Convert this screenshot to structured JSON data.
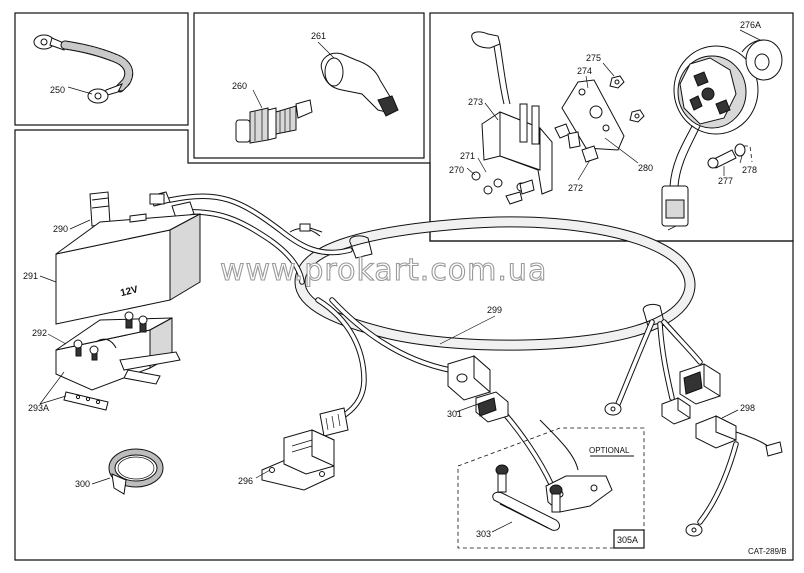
{
  "diagram": {
    "drawing_code": "CAT-289/B",
    "watermark": "www.prokart.com.ua",
    "optional_note": "OPTIONAL",
    "battery_marking": "12V",
    "parts": {
      "p250": "250",
      "p260": "260",
      "p261": "261",
      "p270": "270",
      "p271": "271",
      "p272": "272",
      "p273": "273",
      "p274": "274",
      "p275": "275",
      "p276a": "276A",
      "p277": "277",
      "p278": "278",
      "p280": "280",
      "p290": "290",
      "p291": "291",
      "p292": "292",
      "p293a": "293A",
      "p296": "296",
      "p298": "298",
      "p299": "299",
      "p300": "300",
      "p301": "301",
      "p303": "303",
      "p305a": "305A"
    }
  }
}
